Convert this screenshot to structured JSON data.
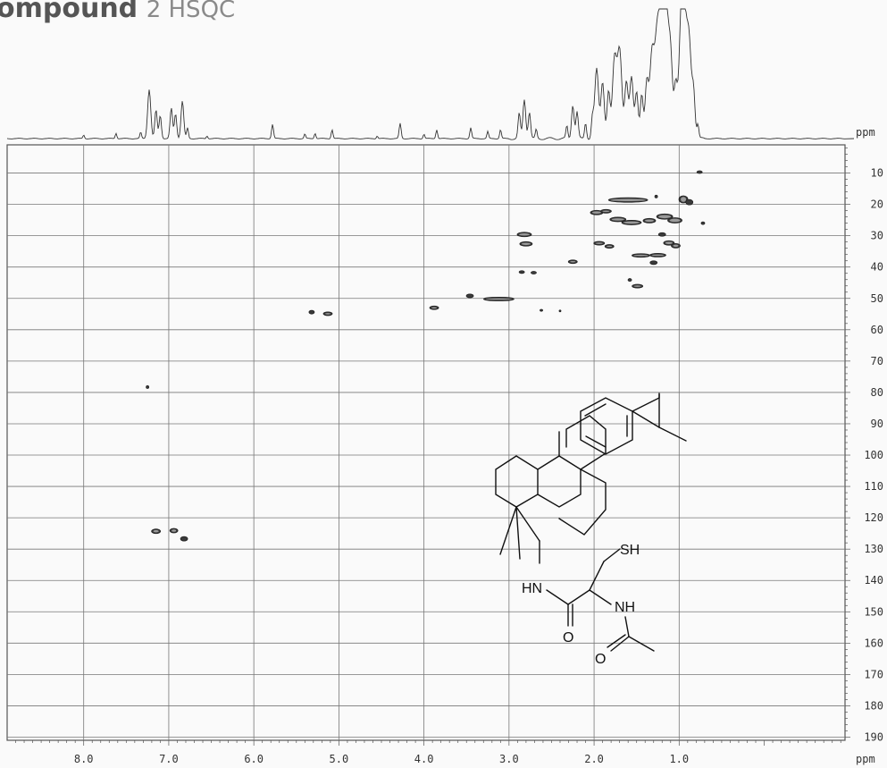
{
  "title": {
    "main": "ompound",
    "suffix": "2 HSQC"
  },
  "chart_data": {
    "type": "scatter",
    "subtype": "2D NMR HSQC contour map",
    "x_axis": {
      "label": "ppm",
      "ticks": [
        8.0,
        7.0,
        6.0,
        5.0,
        4.0,
        3.0,
        2.0,
        1.0
      ],
      "range": [
        8.9,
        -0.95
      ],
      "reversed": true
    },
    "y_axis": {
      "label": "ppm",
      "ticks": [
        10,
        20,
        30,
        40,
        50,
        60,
        70,
        80,
        90,
        100,
        110,
        120,
        130,
        140,
        150,
        160,
        170,
        180,
        190
      ],
      "range": [
        1,
        191
      ],
      "position": "right"
    },
    "top_projection_label": "ppm",
    "grid": true,
    "cross_peaks": [
      {
        "x": 7.15,
        "y": 124.3,
        "w": 10,
        "h": 5
      },
      {
        "x": 6.94,
        "y": 124.1,
        "w": 9,
        "h": 5
      },
      {
        "x": 6.82,
        "y": 126.7,
        "w": 8,
        "h": 5
      },
      {
        "x": 5.32,
        "y": 54.4,
        "w": 6,
        "h": 4
      },
      {
        "x": 5.13,
        "y": 54.9,
        "w": 10,
        "h": 4
      },
      {
        "x": 3.88,
        "y": 53.0,
        "w": 10,
        "h": 4
      },
      {
        "x": 3.46,
        "y": 49.2,
        "w": 8,
        "h": 4
      },
      {
        "x": 3.12,
        "y": 50.2,
        "w": 34,
        "h": 4
      },
      {
        "x": 2.82,
        "y": 29.6,
        "w": 16,
        "h": 5
      },
      {
        "x": 2.8,
        "y": 32.6,
        "w": 14,
        "h": 5
      },
      {
        "x": 2.85,
        "y": 41.6,
        "w": 6,
        "h": 3
      },
      {
        "x": 2.71,
        "y": 41.8,
        "w": 6,
        "h": 3
      },
      {
        "x": 2.25,
        "y": 38.3,
        "w": 10,
        "h": 4
      },
      {
        "x": 1.97,
        "y": 22.6,
        "w": 14,
        "h": 5
      },
      {
        "x": 1.86,
        "y": 22.2,
        "w": 12,
        "h": 4
      },
      {
        "x": 1.6,
        "y": 18.6,
        "w": 44,
        "h": 5
      },
      {
        "x": 1.72,
        "y": 24.8,
        "w": 18,
        "h": 5
      },
      {
        "x": 1.56,
        "y": 25.8,
        "w": 22,
        "h": 5
      },
      {
        "x": 1.94,
        "y": 32.4,
        "w": 12,
        "h": 4
      },
      {
        "x": 1.82,
        "y": 33.4,
        "w": 10,
        "h": 4
      },
      {
        "x": 1.35,
        "y": 25.2,
        "w": 14,
        "h": 5
      },
      {
        "x": 1.17,
        "y": 23.9,
        "w": 18,
        "h": 6
      },
      {
        "x": 1.05,
        "y": 25.1,
        "w": 16,
        "h": 6
      },
      {
        "x": 0.95,
        "y": 18.4,
        "w": 10,
        "h": 8
      },
      {
        "x": 0.88,
        "y": 19.3,
        "w": 8,
        "h": 6
      },
      {
        "x": 1.45,
        "y": 36.3,
        "w": 20,
        "h": 4
      },
      {
        "x": 1.25,
        "y": 36.2,
        "w": 18,
        "h": 4
      },
      {
        "x": 1.3,
        "y": 38.6,
        "w": 8,
        "h": 4
      },
      {
        "x": 1.12,
        "y": 32.3,
        "w": 12,
        "h": 5
      },
      {
        "x": 1.04,
        "y": 33.2,
        "w": 10,
        "h": 5
      },
      {
        "x": 1.2,
        "y": 29.6,
        "w": 8,
        "h": 4
      },
      {
        "x": 1.49,
        "y": 46.1,
        "w": 12,
        "h": 4
      },
      {
        "x": 1.58,
        "y": 44.1,
        "w": 4,
        "h": 3
      },
      {
        "x": 0.76,
        "y": 9.7,
        "w": 6,
        "h": 3
      },
      {
        "x": 0.72,
        "y": 26.0,
        "w": 4,
        "h": 3
      },
      {
        "x": 1.27,
        "y": 17.5,
        "w": 3,
        "h": 3
      },
      {
        "x": 2.62,
        "y": 53.8,
        "w": 3,
        "h": 2
      },
      {
        "x": 2.4,
        "y": 54.0,
        "w": 2,
        "h": 2
      },
      {
        "x": 7.25,
        "y": 78.3,
        "w": 3,
        "h": 3
      }
    ],
    "projection_1h": [
      {
        "x": 8.0,
        "h": 4
      },
      {
        "x": 7.62,
        "h": 6
      },
      {
        "x": 7.33,
        "h": 7
      },
      {
        "x": 7.23,
        "h": 55
      },
      {
        "x": 7.15,
        "h": 32
      },
      {
        "x": 7.1,
        "h": 26
      },
      {
        "x": 6.97,
        "h": 34
      },
      {
        "x": 6.92,
        "h": 28
      },
      {
        "x": 6.84,
        "h": 42
      },
      {
        "x": 6.78,
        "h": 12
      },
      {
        "x": 6.55,
        "h": 3
      },
      {
        "x": 5.78,
        "h": 16
      },
      {
        "x": 5.4,
        "h": 5
      },
      {
        "x": 5.28,
        "h": 6
      },
      {
        "x": 5.08,
        "h": 10
      },
      {
        "x": 4.55,
        "h": 3
      },
      {
        "x": 4.28,
        "h": 17
      },
      {
        "x": 4.0,
        "h": 5
      },
      {
        "x": 3.85,
        "h": 10
      },
      {
        "x": 3.45,
        "h": 12
      },
      {
        "x": 3.25,
        "h": 8
      },
      {
        "x": 3.1,
        "h": 10
      },
      {
        "x": 2.88,
        "h": 28
      },
      {
        "x": 2.82,
        "h": 44
      },
      {
        "x": 2.76,
        "h": 30
      },
      {
        "x": 2.68,
        "h": 10
      },
      {
        "x": 2.32,
        "h": 14
      },
      {
        "x": 2.25,
        "h": 38
      },
      {
        "x": 2.2,
        "h": 30
      },
      {
        "x": 2.1,
        "h": 18
      },
      {
        "x": 2.02,
        "h": 22
      },
      {
        "x": 1.97,
        "h": 78
      },
      {
        "x": 1.9,
        "h": 64
      },
      {
        "x": 1.83,
        "h": 52
      },
      {
        "x": 1.76,
        "h": 88
      },
      {
        "x": 1.7,
        "h": 100
      },
      {
        "x": 1.62,
        "h": 62
      },
      {
        "x": 1.56,
        "h": 70
      },
      {
        "x": 1.5,
        "h": 52
      },
      {
        "x": 1.44,
        "h": 48
      },
      {
        "x": 1.38,
        "h": 64
      },
      {
        "x": 1.32,
        "h": 94
      },
      {
        "x": 1.26,
        "h": 105
      },
      {
        "x": 1.2,
        "h": 128
      },
      {
        "x": 1.16,
        "h": 140
      },
      {
        "x": 1.1,
        "h": 80
      },
      {
        "x": 1.04,
        "h": 60
      },
      {
        "x": 0.98,
        "h": 88
      },
      {
        "x": 0.94,
        "h": 136
      },
      {
        "x": 0.88,
        "h": 92
      },
      {
        "x": 0.83,
        "h": 50
      },
      {
        "x": 0.78,
        "h": 16
      }
    ]
  },
  "structure": {
    "labels": {
      "sh": "SH",
      "hn": "HN",
      "nh": "NH",
      "o_amide": "O",
      "o_acetyl": "O"
    }
  }
}
